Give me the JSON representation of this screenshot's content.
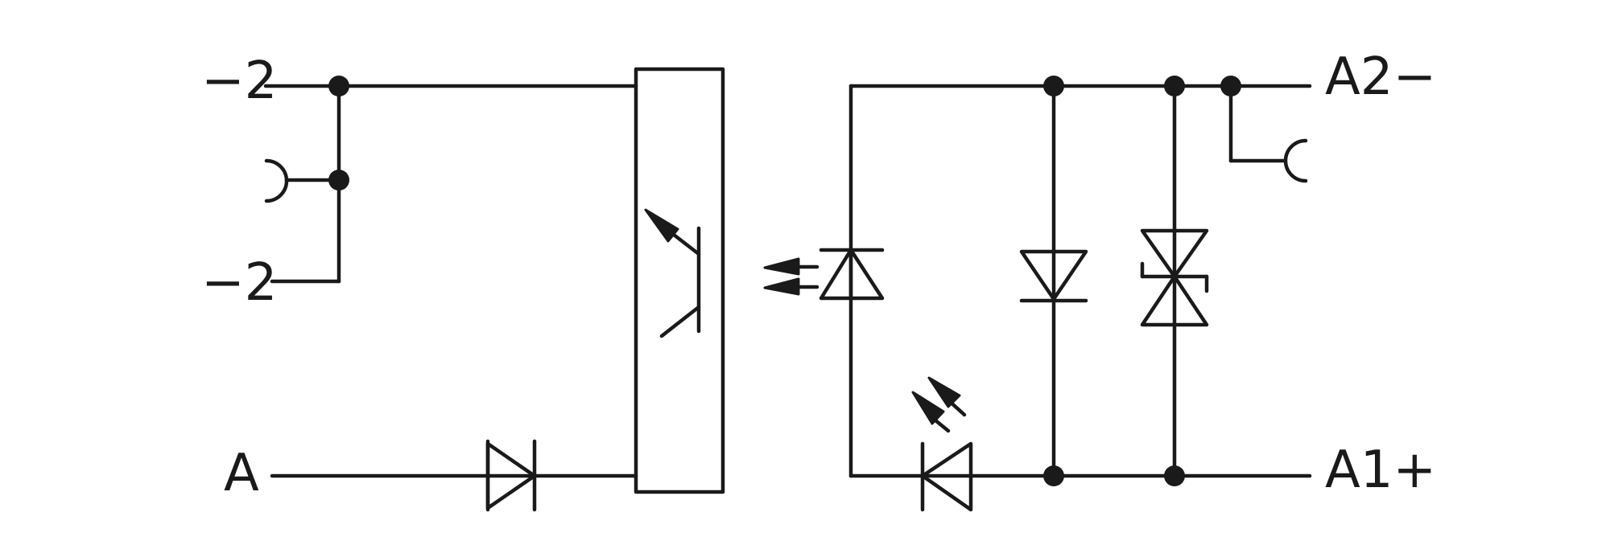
{
  "labels": {
    "left_top": "−2",
    "left_mid": "−2",
    "left_bottom": "A",
    "right_top": "A2−",
    "right_bottom": "A1+"
  },
  "colors": {
    "line": "#1a1a1a",
    "background": "#ffffff"
  }
}
